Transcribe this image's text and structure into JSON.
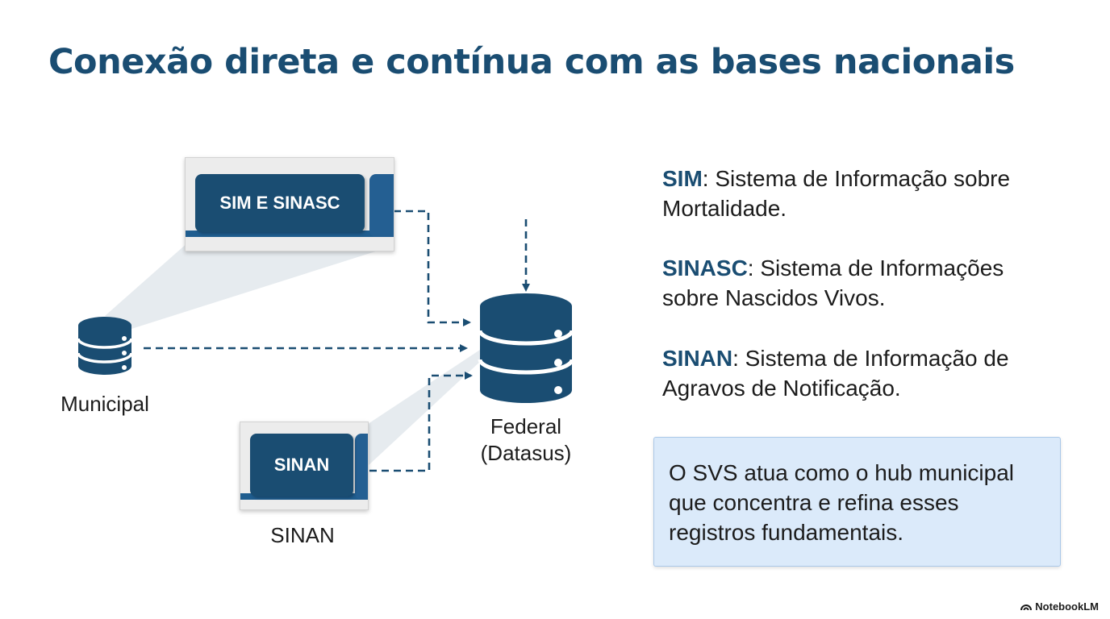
{
  "title": "Conexão direta e contínua com as bases nacionais",
  "nodes": {
    "municipal": "Municipal",
    "federal_line1": "Federal",
    "federal_line2": "(Datasus)",
    "sinan": "SINAN"
  },
  "screens": {
    "sim_sinasc": "SIM E SINASC",
    "sinan": "SINAN"
  },
  "definitions": [
    {
      "term": "SIM",
      "text": ": Sistema de Informação sobre Mortalidade."
    },
    {
      "term": "SINASC",
      "text": ": Sistema de Informações sobre Nascidos Vivos."
    },
    {
      "term": "SINAN",
      "text": ": Sistema de Informação de Agravos de Notificação."
    }
  ],
  "callout": "O SVS atua como o hub municipal que concentra e refina esses registros fundamentais.",
  "watermark": "NotebookLM",
  "colors": {
    "primary": "#1a4d72",
    "screen_bar": "#1f5d8f",
    "callout_bg": "#dbeafa",
    "beam": "#e6ebef"
  },
  "icons": [
    "database-icon",
    "notebooklm-logo-icon"
  ]
}
